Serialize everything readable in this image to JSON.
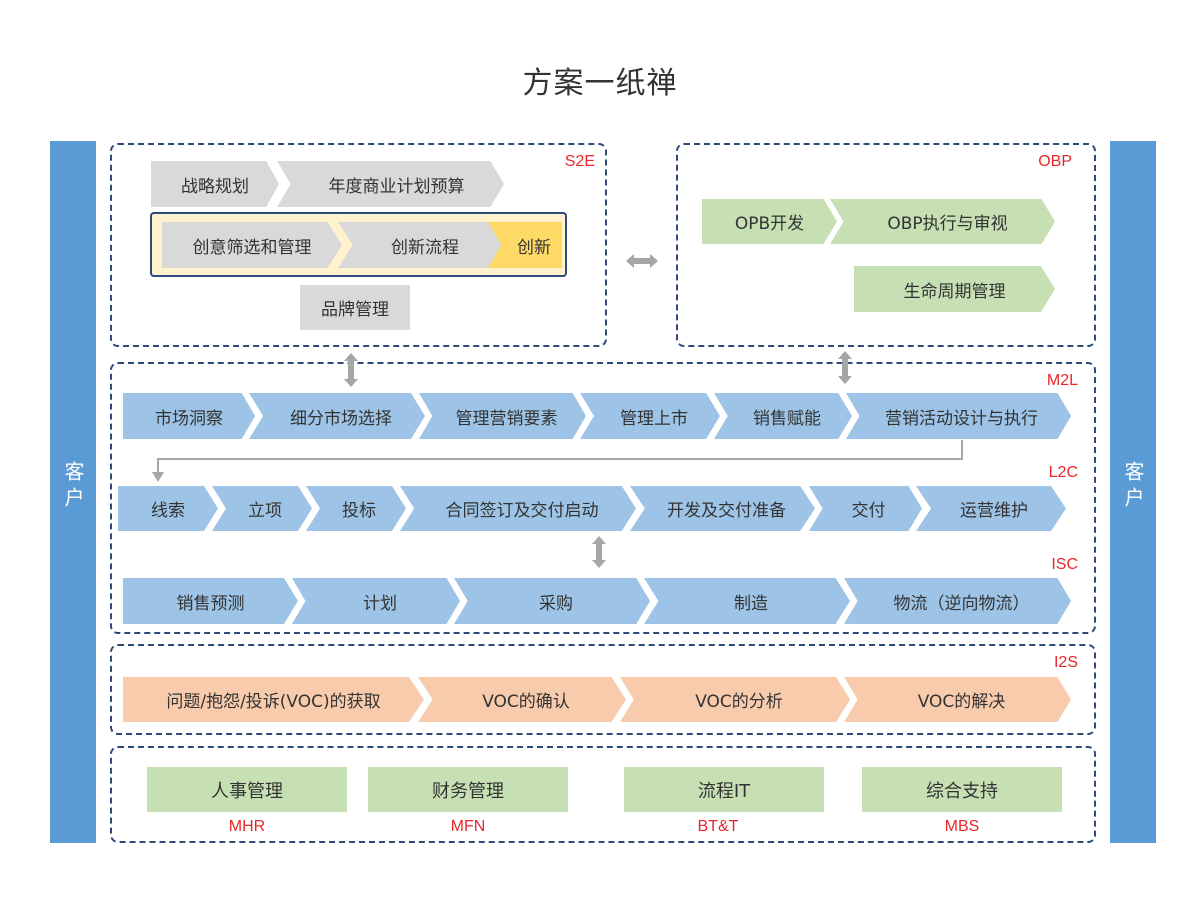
{
  "title": "方案一纸禅",
  "customer_label": "客户",
  "s2e": {
    "tag": "S2E",
    "row1": [
      "战略规划",
      "年度商业计划预算"
    ],
    "innovation": [
      "创意筛选和管理",
      "创新流程",
      "创新"
    ],
    "brand": "品牌管理"
  },
  "obp": {
    "tag": "OBP",
    "row1": [
      "OPB开发",
      "OBP执行与审视"
    ],
    "lifecycle": "生命周期管理"
  },
  "m2l": {
    "tag": "M2L",
    "steps": [
      "市场洞察",
      "细分市场选择",
      "管理营销要素",
      "管理上市",
      "销售赋能",
      "营销活动设计与执行"
    ]
  },
  "l2c": {
    "tag": "L2C",
    "steps": [
      "线索",
      "立项",
      "投标",
      "合同签订及交付启动",
      "开发及交付准备",
      "交付",
      "运营维护"
    ]
  },
  "isc": {
    "tag": "ISC",
    "steps": [
      "销售预测",
      "计划",
      "采购",
      "制造",
      "物流（逆向物流）"
    ]
  },
  "i2s": {
    "tag": "I2S",
    "steps": [
      "问题/抱怨/投诉(VOC)的获取",
      "VOC的确认",
      "VOC的分析",
      "VOC的解决"
    ]
  },
  "support": {
    "items": [
      {
        "label": "人事管理",
        "code": "MHR"
      },
      {
        "label": "财务管理",
        "code": "MFN"
      },
      {
        "label": "流程IT",
        "code": "BT&T"
      },
      {
        "label": "综合支持",
        "code": "MBS"
      }
    ]
  },
  "colors": {
    "customer_bar": "#5b9bd5",
    "border": "#2e4a7d",
    "tag": "#e8262b",
    "gray": "#d9d9d9",
    "green": "#c6e0b4",
    "blue": "#9dc3e6",
    "peach": "#f8cbad",
    "innovation_fill": "#ffd966",
    "innovation_panel": "#fff2cc"
  }
}
